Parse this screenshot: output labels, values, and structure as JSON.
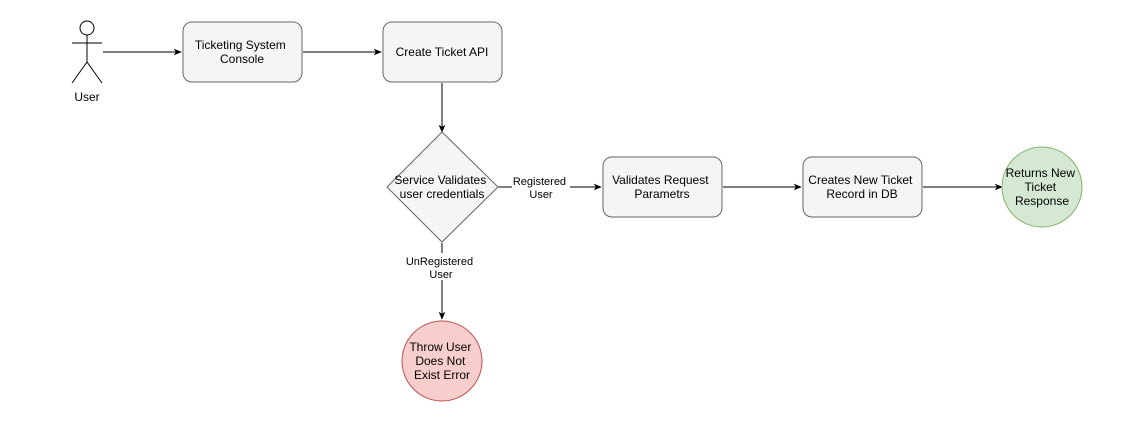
{
  "diagram": {
    "colors": {
      "box_fill": "#f5f5f5",
      "box_stroke": "#666666",
      "error_fill": "#f8cecc",
      "error_stroke": "#b85450",
      "success_fill": "#d5e8d4",
      "success_stroke": "#82b366",
      "line": "#000000"
    },
    "actor": {
      "label": "User"
    },
    "nodes": {
      "console": [
        "Ticketing System",
        "Console"
      ],
      "create_api": [
        "Create Ticket API"
      ],
      "validate_credentials": [
        "Service Validates",
        "user credentials"
      ],
      "validate_params": [
        "Validates Request",
        "Parametrs"
      ],
      "create_record": [
        "Creates New Ticket",
        "Record in DB"
      ],
      "returns_response": [
        "Returns New",
        "Ticket",
        "Response"
      ],
      "throw_error": [
        "Throw User",
        "Does Not",
        "Exist Error"
      ]
    },
    "edges": {
      "registered": [
        "Registered",
        "User"
      ],
      "unregistered": [
        "UnRegistered",
        "User"
      ]
    }
  }
}
